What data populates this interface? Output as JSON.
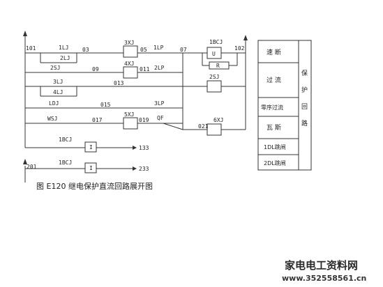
{
  "caption": "图 E120   继电保护直流回路展开图",
  "watermark": {
    "title": "家电电工资料网",
    "url": "www.352558561.cn"
  },
  "bus_labels": {
    "left_top": "101",
    "right_top": "102",
    "left_bottom": "201"
  },
  "components": {
    "lj1": "1LJ",
    "lj2": "2LJ",
    "sj2": "2SJ",
    "lj3": "3LJ",
    "lj4": "4LJ",
    "ldj": "LDJ",
    "wsj": "WSJ",
    "bcj1": "1BCJ",
    "bcj1b": "1BCJ",
    "xj3": "3XJ",
    "xj4": "4XJ",
    "xj5": "5XJ",
    "xj6": "6XJ",
    "lp1": "1LP",
    "lp2": "2LP",
    "lp3": "3LP",
    "sj2_right": "2SJ",
    "bcj1_right": "1BCJ",
    "qf": "QF",
    "r": "R",
    "coil_u": "U",
    "coil_i": "I"
  },
  "nodes": {
    "n03": "03",
    "n05": "05",
    "n07": "07",
    "n09": "09",
    "n011": "011",
    "n013": "013",
    "n015": "015",
    "n017": "017",
    "n019": "019",
    "n021": "021",
    "n133": "133",
    "n233": "233"
  },
  "right_table": {
    "rows": [
      "速  断",
      "过  流",
      "零序过流",
      "瓦  斯",
      "1DL跳闸",
      "2DL跳闸"
    ],
    "group_label": [
      "保",
      "护",
      "回",
      "路"
    ]
  }
}
